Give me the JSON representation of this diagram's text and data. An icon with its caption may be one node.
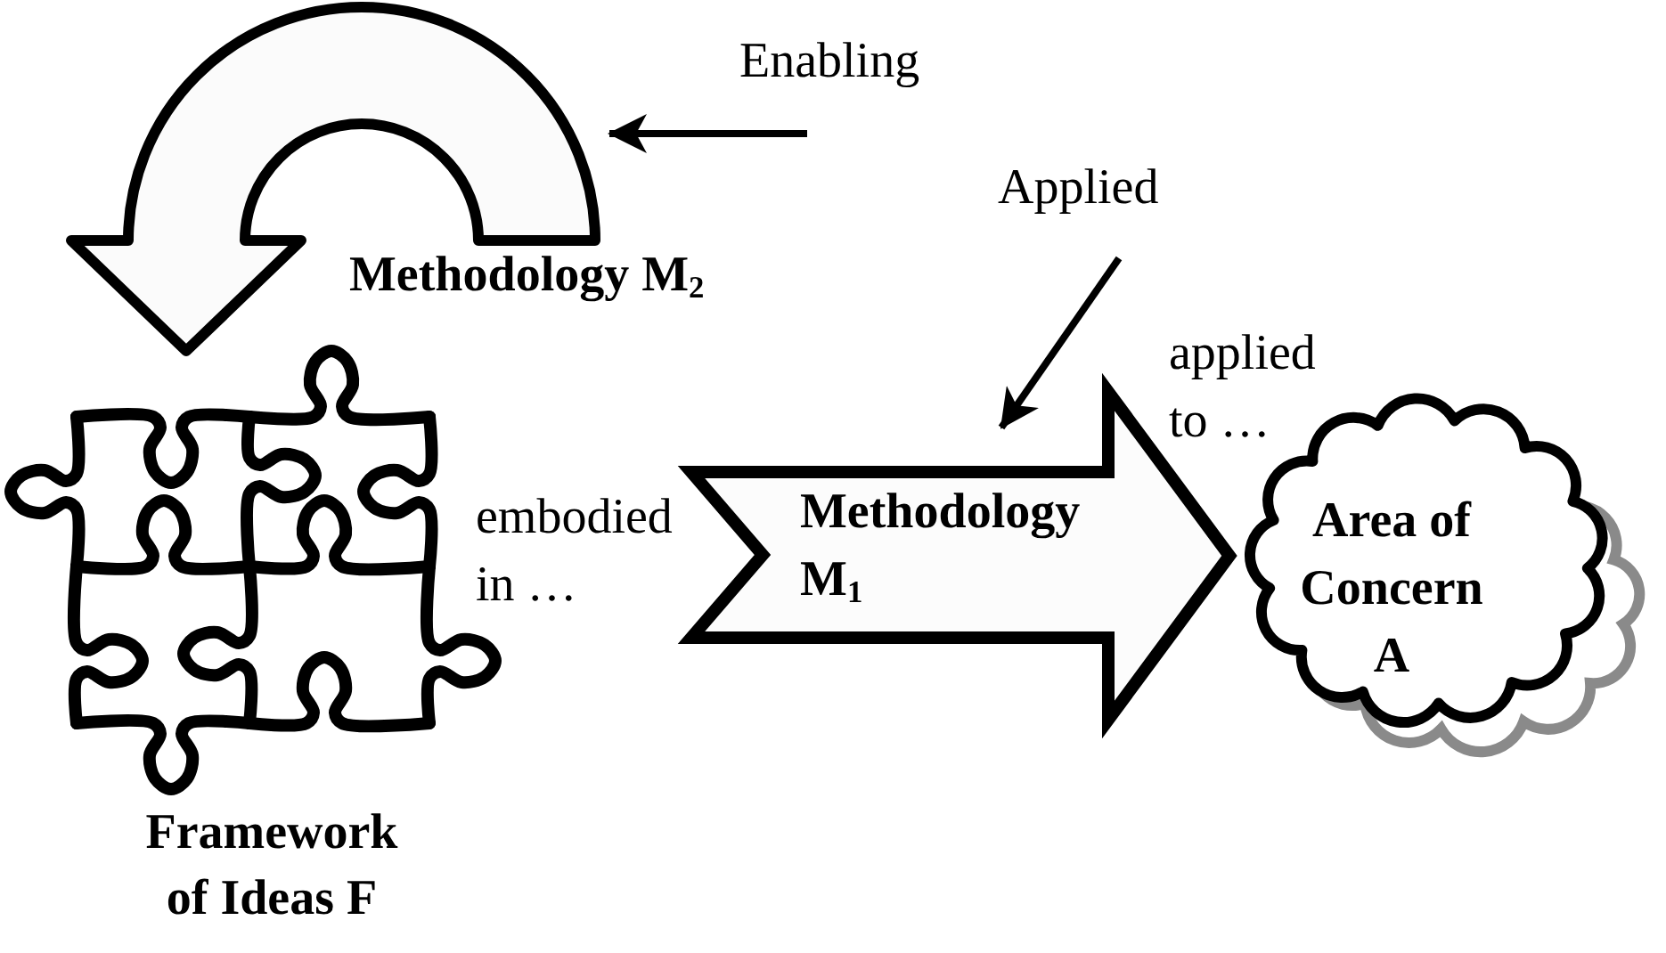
{
  "diagram": {
    "nodes": [
      {
        "text": [
          "Methodology M$_{2}$"
        ]
      },
      {
        "text": [
          "Enabling"
        ]
      },
      {
        "text": [
          "Applied"
        ]
      },
      {
        "text": [
          "Framework of Ideas F"
        ]
      },
      {
        "text": [
          "Methodology M$_{1}$"
        ]
      },
      {
        "text": [
          "Area of Concern A"
        ]
      }
    ],
    "edges": [
      {
        "from": 1,
        "to": 0,
        "arrow": "to"
      },
      {
        "from": 2,
        "to": 4,
        "arrow": "to"
      }
    ],
    "labels": [
      "applied to …",
      "embodied in …"
    ]
  }
}
